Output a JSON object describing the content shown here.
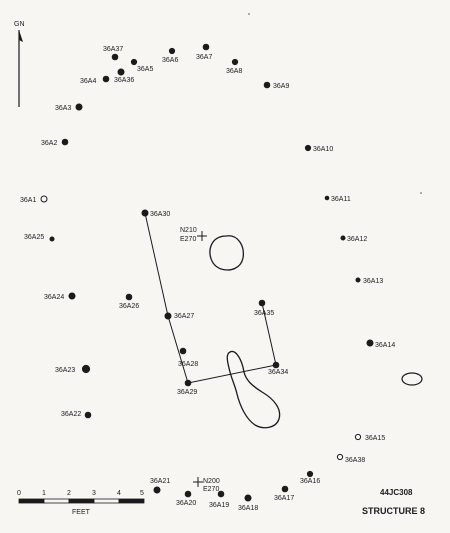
{
  "north_arrow": {
    "label": "GN"
  },
  "site_number": "44JC308",
  "structure_title": "STRUCTURE 8",
  "scale_bar": {
    "ticks": [
      "0",
      "1",
      "2",
      "3",
      "4",
      "5"
    ],
    "unit_label": "FEET"
  },
  "datums": [
    {
      "id": "datum-n210",
      "line1": "N210",
      "line2": "E270"
    },
    {
      "id": "datum-n200",
      "line1": "N200",
      "line2": "E270"
    }
  ],
  "posts": [
    {
      "id": "36A1",
      "label": "36A1",
      "filled": false
    },
    {
      "id": "36A2",
      "label": "36A2",
      "filled": true
    },
    {
      "id": "36A3",
      "label": "36A3",
      "filled": true
    },
    {
      "id": "36A4",
      "label": "36A4",
      "filled": true
    },
    {
      "id": "36A5",
      "label": "36A5",
      "filled": true
    },
    {
      "id": "36A6",
      "label": "36A6",
      "filled": true
    },
    {
      "id": "36A7",
      "label": "36A7",
      "filled": true
    },
    {
      "id": "36A8",
      "label": "36A8",
      "filled": true
    },
    {
      "id": "36A9",
      "label": "36A9",
      "filled": true
    },
    {
      "id": "36A10",
      "label": "36A10",
      "filled": true
    },
    {
      "id": "36A11",
      "label": "36A11",
      "filled": true
    },
    {
      "id": "36A12",
      "label": "36A12",
      "filled": true
    },
    {
      "id": "36A13",
      "label": "36A13",
      "filled": true
    },
    {
      "id": "36A14",
      "label": "36A14",
      "filled": true
    },
    {
      "id": "36A15",
      "label": "36A15",
      "filled": false
    },
    {
      "id": "36A16",
      "label": "36A16",
      "filled": true
    },
    {
      "id": "36A17",
      "label": "36A17",
      "filled": true
    },
    {
      "id": "36A18",
      "label": "36A18",
      "filled": true
    },
    {
      "id": "36A19",
      "label": "36A19",
      "filled": true
    },
    {
      "id": "36A20",
      "label": "36A20",
      "filled": true
    },
    {
      "id": "36A21",
      "label": "36A21",
      "filled": true
    },
    {
      "id": "36A22",
      "label": "36A22",
      "filled": true
    },
    {
      "id": "36A23",
      "label": "36A23",
      "filled": true
    },
    {
      "id": "36A24",
      "label": "36A24",
      "filled": true
    },
    {
      "id": "36A25",
      "label": "36A25",
      "filled": true
    },
    {
      "id": "36A26",
      "label": "36A26",
      "filled": true
    },
    {
      "id": "36A27",
      "label": "36A27",
      "filled": true
    },
    {
      "id": "36A28",
      "label": "36A28",
      "filled": true
    },
    {
      "id": "36A29",
      "label": "36A29",
      "filled": true
    },
    {
      "id": "36A30",
      "label": "36A30",
      "filled": true
    },
    {
      "id": "36A34",
      "label": "36A34",
      "filled": true
    },
    {
      "id": "36A35",
      "label": "36A35",
      "filled": true
    },
    {
      "id": "36A36",
      "label": "36A36",
      "filled": true
    },
    {
      "id": "36A37",
      "label": "36A37",
      "filled": true
    },
    {
      "id": "36A38",
      "label": "36A38",
      "filled": false
    }
  ],
  "connections": [
    [
      "36A30",
      "36A27"
    ],
    [
      "36A27",
      "36A29"
    ],
    [
      "36A29",
      "36A34"
    ],
    [
      "36A34",
      "36A35"
    ]
  ]
}
